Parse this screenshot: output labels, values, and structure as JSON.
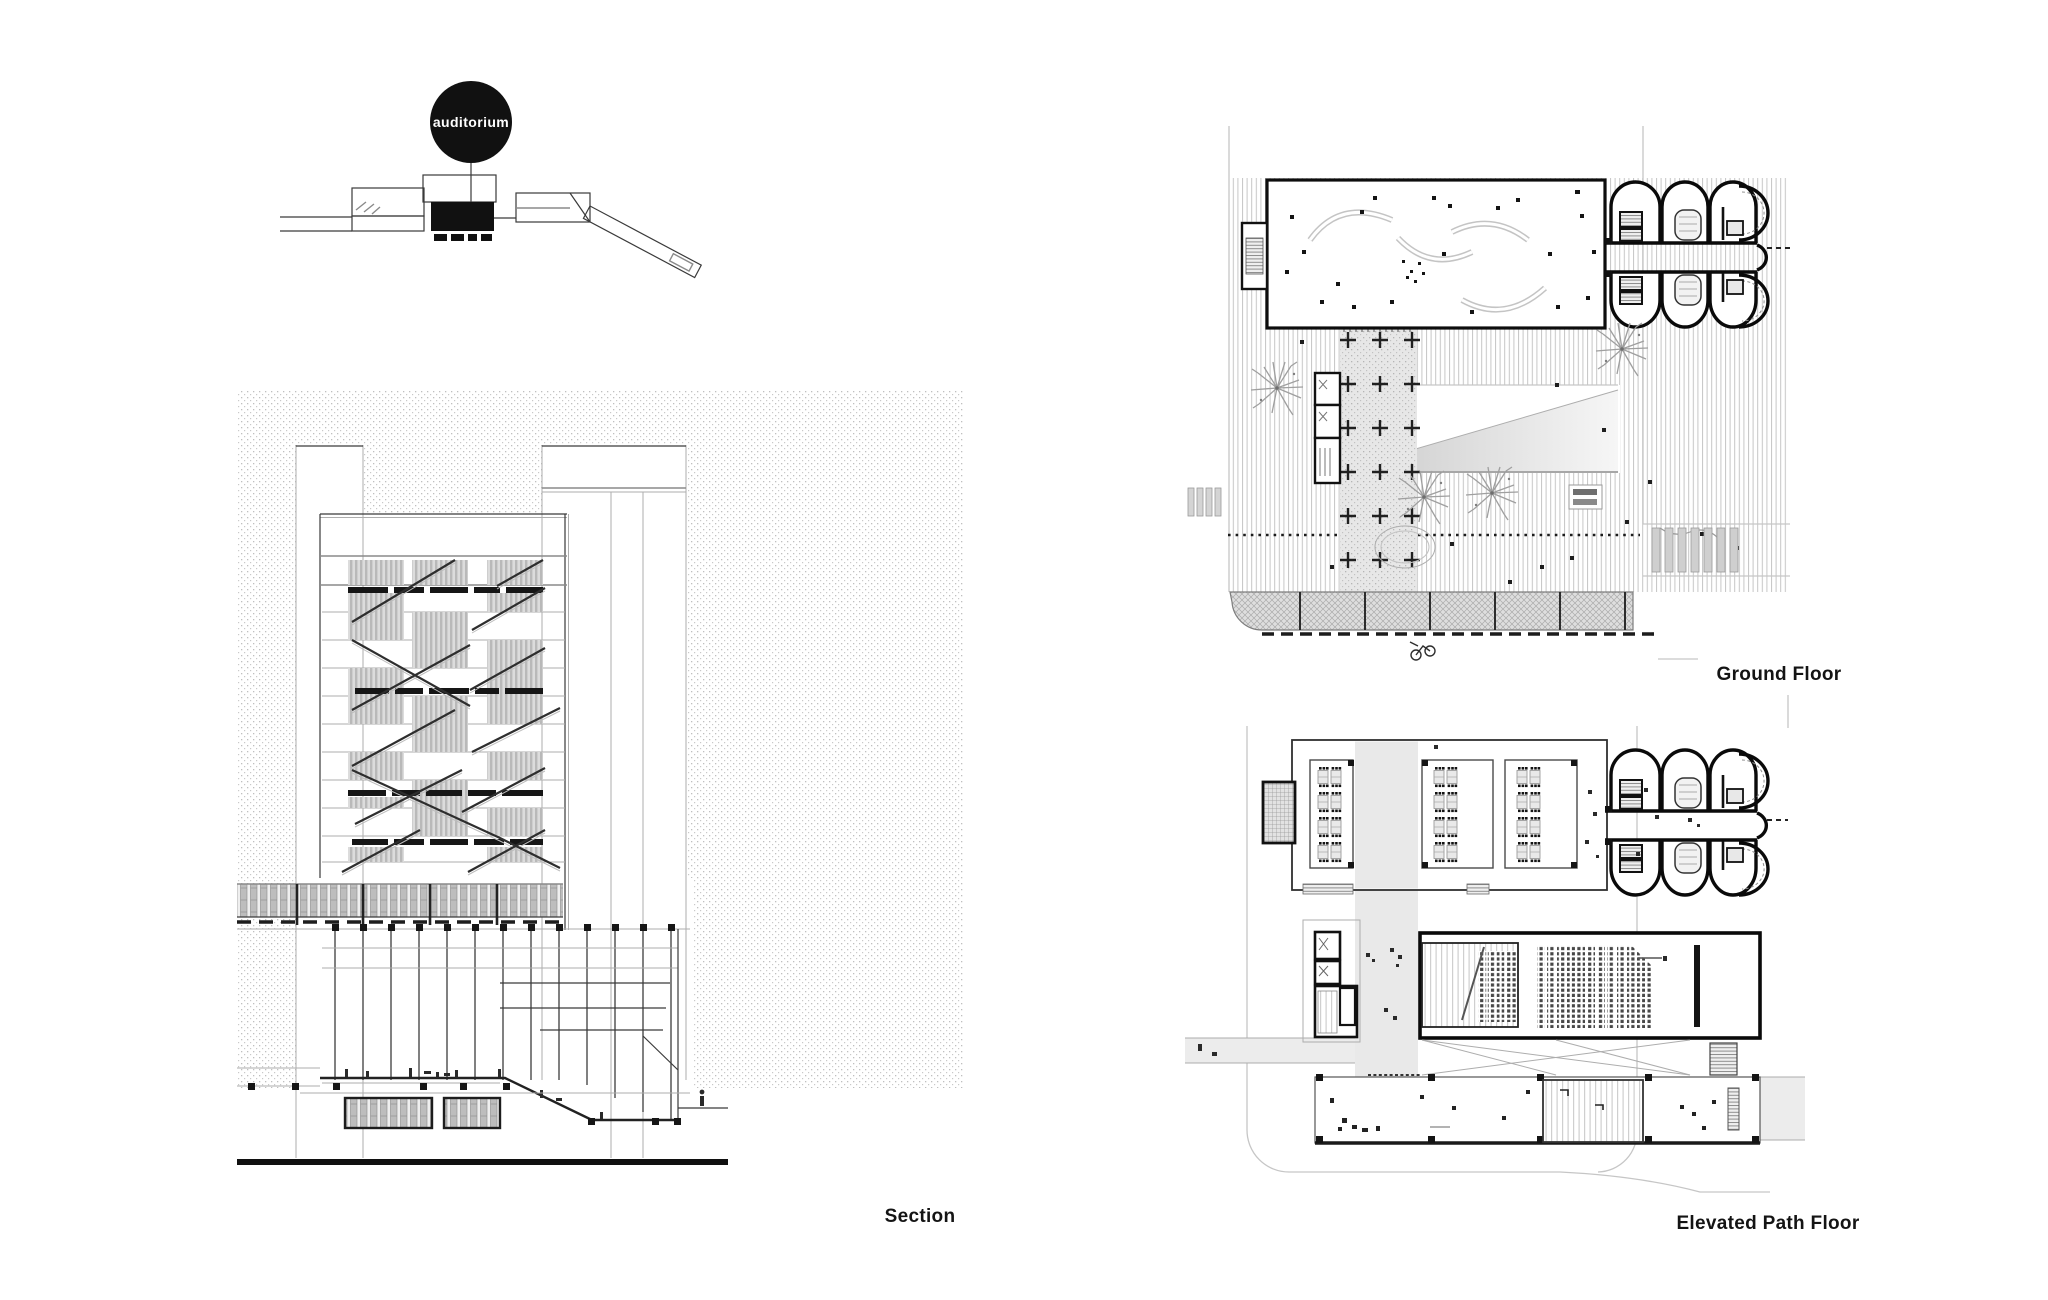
{
  "sheet": {
    "type": "architectural presentation sheet",
    "background": "#ffffff"
  },
  "concept": {
    "bubble_label": "auditorium",
    "bubble_color": "#111111",
    "bubble_text_color": "#ffffff"
  },
  "panels": {
    "section": {
      "caption": "Section"
    },
    "ground_floor": {
      "caption": "Ground Floor"
    },
    "elevated_path_floor": {
      "caption": "Elevated Path Floor"
    }
  },
  "colors": {
    "ink": "#111111",
    "dark_gray": "#3a3a3a",
    "mid_gray": "#9a9a9a",
    "light_gray": "#d6d6d6",
    "deck_stripe": "#c6c6c6",
    "stipple": "#c2c2c2",
    "path_fill": "#e9e9e9",
    "paper": "#ffffff"
  }
}
